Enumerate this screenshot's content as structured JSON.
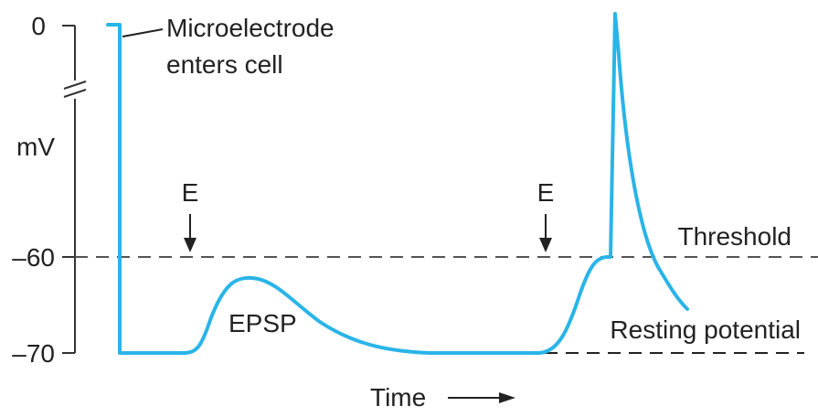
{
  "axis": {
    "y_ticks": [
      "0",
      "mV",
      "–60",
      "–70"
    ],
    "x_label": "Time"
  },
  "annotations": {
    "microelectrode_line1": "Microelectrode",
    "microelectrode_line2": "enters cell",
    "stim1": "E",
    "stim2": "E",
    "threshold": "Threshold",
    "resting": "Resting potential",
    "epsp": "EPSP"
  },
  "colors": {
    "trace": "#2ab4e8",
    "axis": "#333333",
    "dashed": "#555555"
  }
}
